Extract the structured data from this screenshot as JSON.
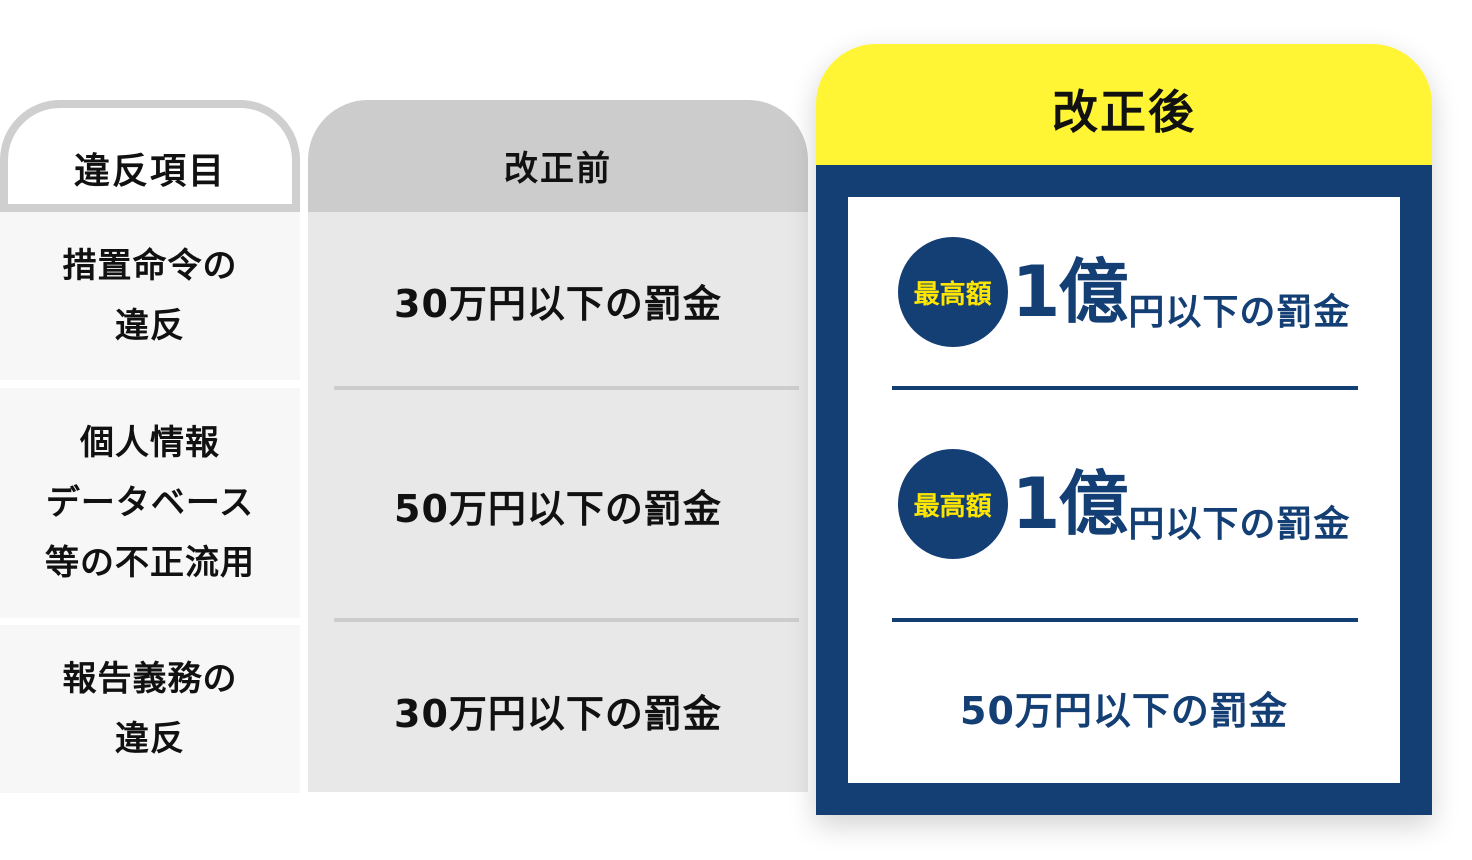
{
  "headers": {
    "item": "違反項目",
    "before": "改正前",
    "after": "改正後"
  },
  "rows": [
    {
      "item": "措置命令の\n違反",
      "before": "30万円以下の罰金",
      "after": {
        "badge": "最高額",
        "amount_num": "1",
        "amount_unit": "億",
        "suffix": "円以下の罰金"
      }
    },
    {
      "item": "個人情報\nデータベース\n等の不正流用",
      "before": "50万円以下の罰金",
      "after": {
        "badge": "最高額",
        "amount_num": "1",
        "amount_unit": "億",
        "suffix": "円以下の罰金"
      }
    },
    {
      "item": "報告義務の\n違反",
      "before": "30万円以下の罰金",
      "after": {
        "text": "50万円以下の罰金"
      }
    }
  ],
  "colors": {
    "after_header": "#fff534",
    "after_frame": "#143f75",
    "badge_text": "#ffe600",
    "before_header": "#cccccc",
    "before_body": "#e8e8e8",
    "item_cell": "#f7f7f7"
  }
}
